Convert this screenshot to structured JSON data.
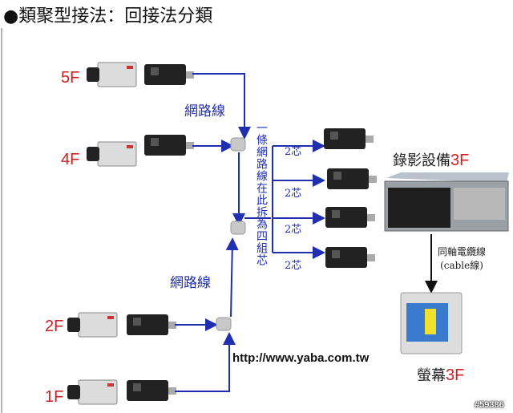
{
  "title": "●類聚型接法：回接法分類",
  "floors": {
    "f5": "5F",
    "f4": "4F",
    "f2": "2F",
    "f1": "1F"
  },
  "network_cable_labels": [
    "網路線",
    "網路線"
  ],
  "split_note": "一條網路線在此拆為四組芯",
  "core_labels": [
    "2芯",
    "2芯",
    "2芯",
    "2芯"
  ],
  "recorder": {
    "label": "錄影設備",
    "floor": "3F"
  },
  "coax": {
    "line1": "同軸電纜線",
    "line2": "(cable線)"
  },
  "monitor": {
    "label": "螢幕",
    "floor": "3F"
  },
  "url": "http://www.yaba.com.tw",
  "watermark": "#59386",
  "colors": {
    "line": "#1f2fb0",
    "floor": "#d02020"
  }
}
